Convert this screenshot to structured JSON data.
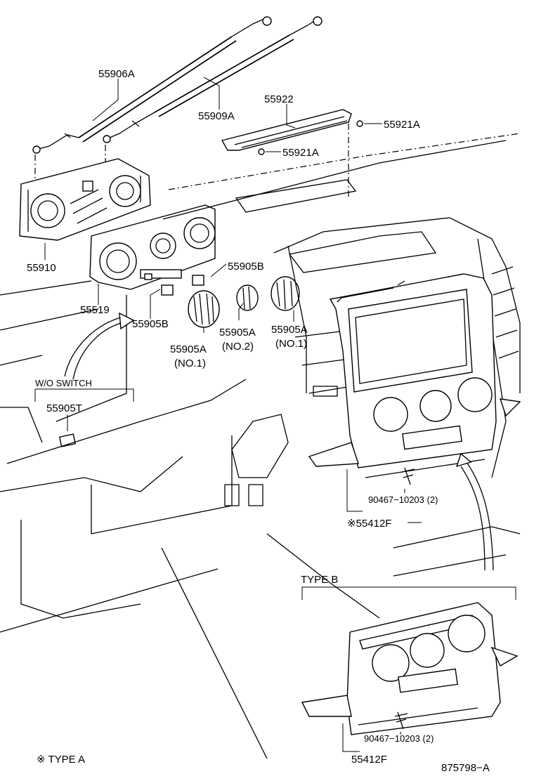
{
  "labels": {
    "p55906A": "55906A",
    "p55909A": "55909A",
    "p55922": "55922",
    "p55921A_top": "55921A",
    "p55921A_bot": "55921A",
    "p55910": "55910",
    "p55519": "55519",
    "p55905B_left": "55905B",
    "p55905B_right": "55905B",
    "p55905A_no1_left": "55905A",
    "p55905A_no1_left_note": "(NO.1)",
    "p55905A_no2": "55905A",
    "p55905A_no2_note": "(NO.2)",
    "p55905A_no1_right": "55905A",
    "p55905A_no1_right_note": "(NO.1)",
    "wo_switch": "W/O SWITCH",
    "p55905T": "55905T",
    "p90467_top": "90467−10203 (2)",
    "p55412F_top": "※55412F",
    "type_b": "TYPE B",
    "p90467_bot": "90467−10203 (2)",
    "p55412F_bot": "55412F",
    "type_a_note": "※ TYPE A",
    "figure_code": "875798−A"
  }
}
